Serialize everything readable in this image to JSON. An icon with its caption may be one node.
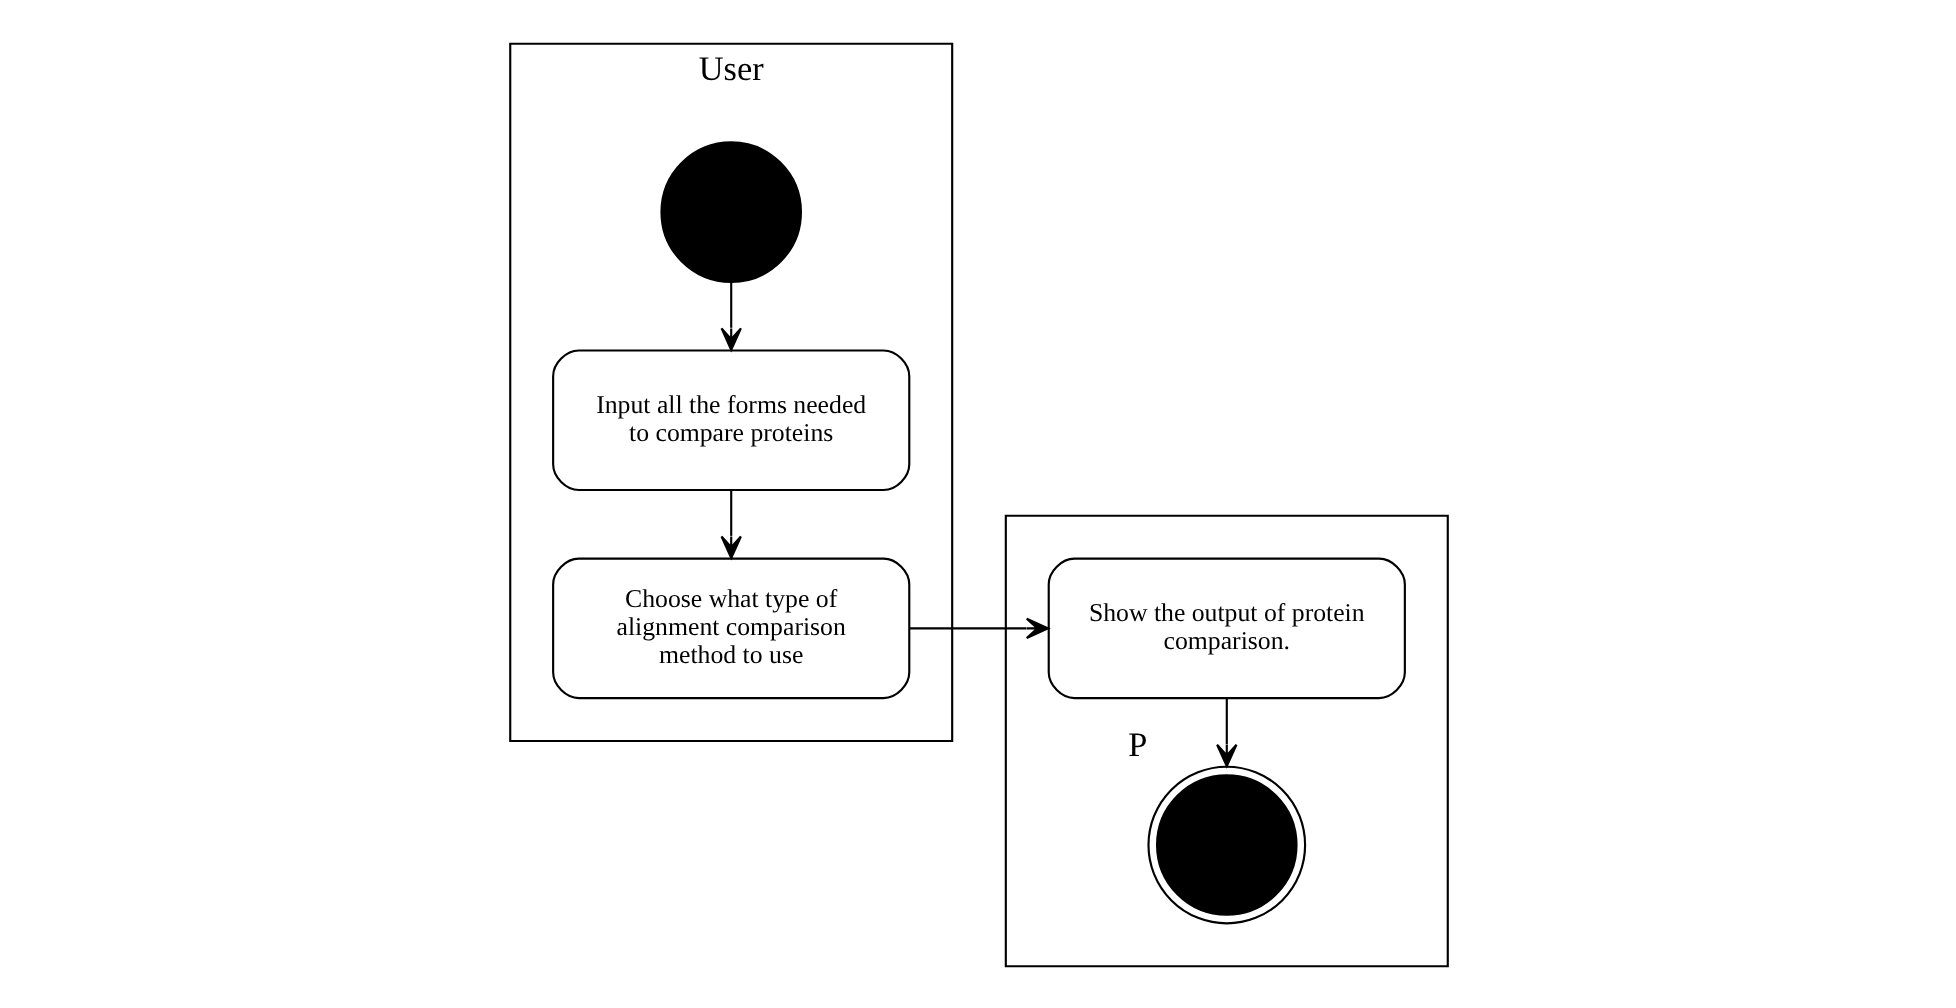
{
  "diagram": {
    "nodes": [
      {
        "text": [
          "User"
        ]
      },
      {
        "text": [],
        "shape": "box"
      },
      {
        "text": [],
        "shape": "circle",
        "in": 0
      },
      {
        "text": [
          "Input all the forms needed to compare proteins"
        ],
        "in": 0
      },
      {
        "text": [
          "Choose what type of alignment comparison method to use"
        ],
        "in": 0
      },
      {
        "text": [
          "Show the output of protein comparison."
        ],
        "in": 1
      },
      {
        "text": [],
        "shape": "circle",
        "in": 1,
        "beside": [
          "P"
        ]
      }
    ],
    "edges": [
      {
        "from": 2,
        "to": 3,
        "arrow": "to"
      },
      {
        "from": 3,
        "to": 4,
        "arrow": "to"
      },
      {
        "from": 4,
        "to": 5,
        "arrow": "to"
      },
      {
        "from": 5,
        "to": 6,
        "arrow": "to"
      }
    ]
  }
}
